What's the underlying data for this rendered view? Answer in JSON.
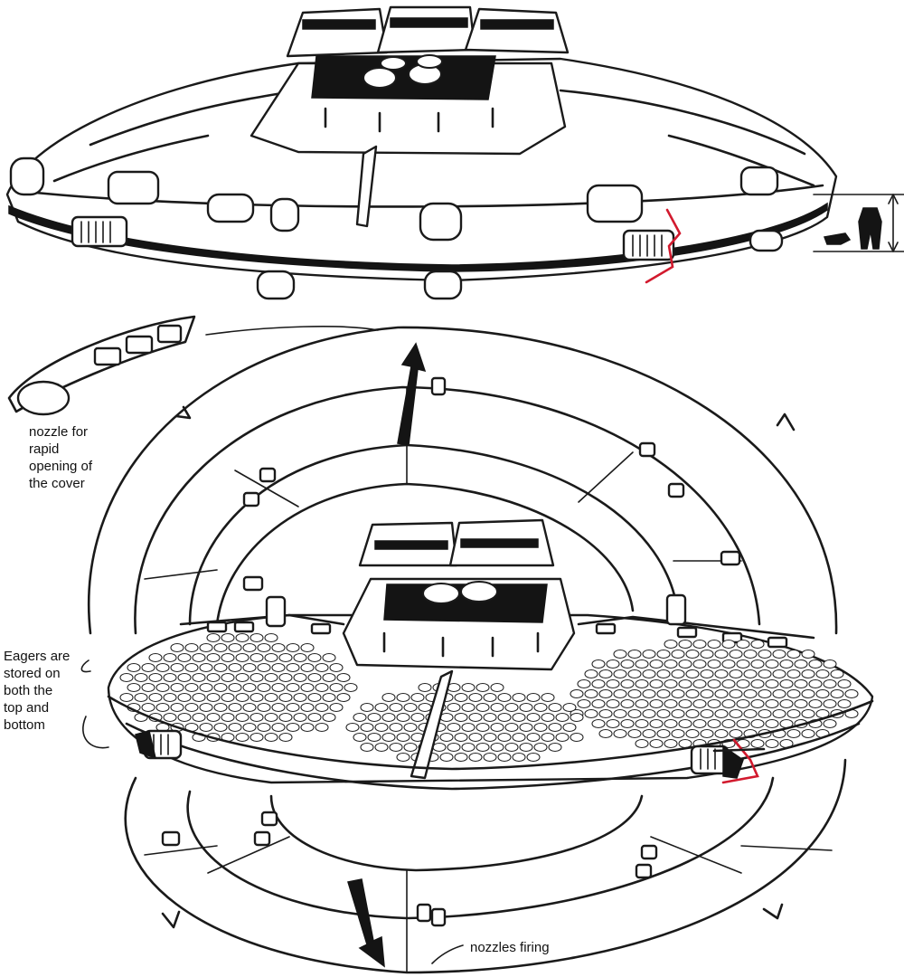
{
  "labels": {
    "nozzle_cover": "nozzle for\nrapid\nopening of\nthe cover",
    "eagers_stored": "Eagers are\nstored on\nboth the\ntop and\nbottom",
    "nozzles_firing": "nozzles firing"
  },
  "colors": {
    "ink": "#1a1a1a",
    "highlight": "#d21a2e",
    "paper": "#ffffff"
  }
}
